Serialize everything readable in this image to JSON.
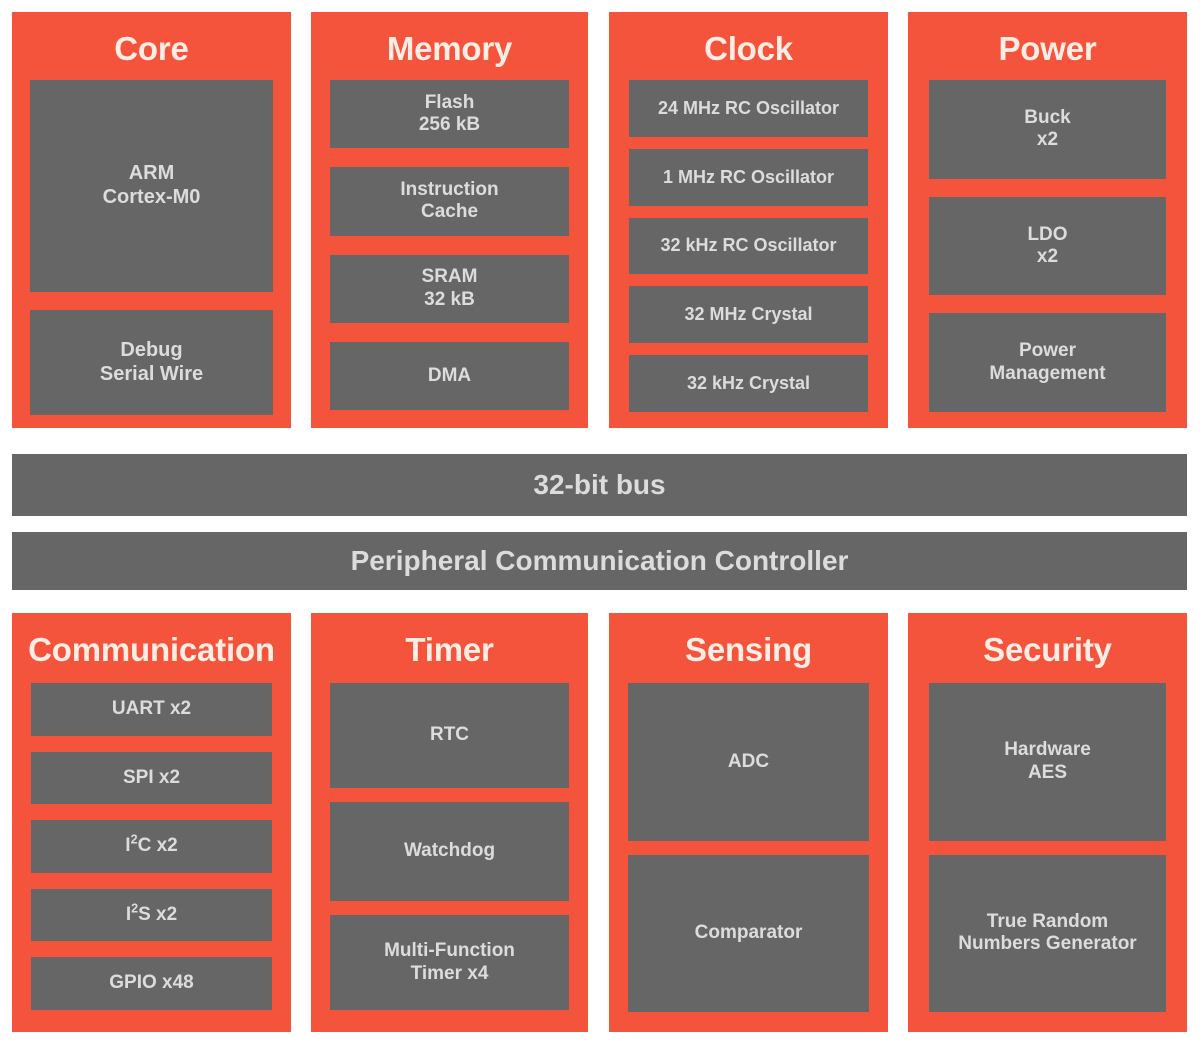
{
  "colors": {
    "accent_red": "#F4543C",
    "block_grey": "#666666",
    "title_text": "#FDEDE4",
    "block_text": "#DCDCDC",
    "background": "#FFFFFF"
  },
  "top_groups": [
    {
      "title": "Core",
      "blocks": [
        {
          "lines": [
            "ARM",
            "Cortex-M0"
          ]
        },
        {
          "lines": [
            "Debug",
            "Serial Wire"
          ]
        }
      ]
    },
    {
      "title": "Memory",
      "blocks": [
        {
          "lines": [
            "Flash",
            "256 kB"
          ]
        },
        {
          "lines": [
            "Instruction",
            "Cache"
          ]
        },
        {
          "lines": [
            "SRAM",
            "32 kB"
          ]
        },
        {
          "lines": [
            "DMA"
          ]
        }
      ]
    },
    {
      "title": "Clock",
      "blocks": [
        {
          "lines": [
            "24 MHz RC Oscillator"
          ]
        },
        {
          "lines": [
            "1 MHz RC Oscillator"
          ]
        },
        {
          "lines": [
            "32 kHz RC Oscillator"
          ]
        },
        {
          "lines": [
            "32 MHz Crystal"
          ]
        },
        {
          "lines": [
            "32 kHz Crystal"
          ]
        }
      ]
    },
    {
      "title": "Power",
      "blocks": [
        {
          "lines": [
            "Buck",
            "x2"
          ]
        },
        {
          "lines": [
            "LDO",
            "x2"
          ]
        },
        {
          "lines": [
            "Power",
            "Management"
          ]
        }
      ]
    }
  ],
  "buses": [
    {
      "label": "32-bit bus"
    },
    {
      "label": "Peripheral Communication Controller"
    }
  ],
  "bottom_groups": [
    {
      "title": "Communication",
      "blocks": [
        {
          "lines": [
            "UART x2"
          ]
        },
        {
          "lines": [
            "SPI x2"
          ]
        },
        {
          "lines": [
            "I²C x2"
          ],
          "html": "I<sup>2</sup>C x2"
        },
        {
          "lines": [
            "I²S x2"
          ],
          "html": "I<sup>2</sup>S x2"
        },
        {
          "lines": [
            "GPIO x48"
          ]
        }
      ]
    },
    {
      "title": "Timer",
      "blocks": [
        {
          "lines": [
            "RTC"
          ]
        },
        {
          "lines": [
            "Watchdog"
          ]
        },
        {
          "lines": [
            "Multi-Function",
            "Timer x4"
          ]
        }
      ]
    },
    {
      "title": "Sensing",
      "blocks": [
        {
          "lines": [
            "ADC"
          ]
        },
        {
          "lines": [
            "Comparator"
          ]
        }
      ]
    },
    {
      "title": "Security",
      "blocks": [
        {
          "lines": [
            "Hardware",
            "AES"
          ]
        },
        {
          "lines": [
            "True Random",
            "Numbers Generator"
          ]
        }
      ]
    }
  ]
}
